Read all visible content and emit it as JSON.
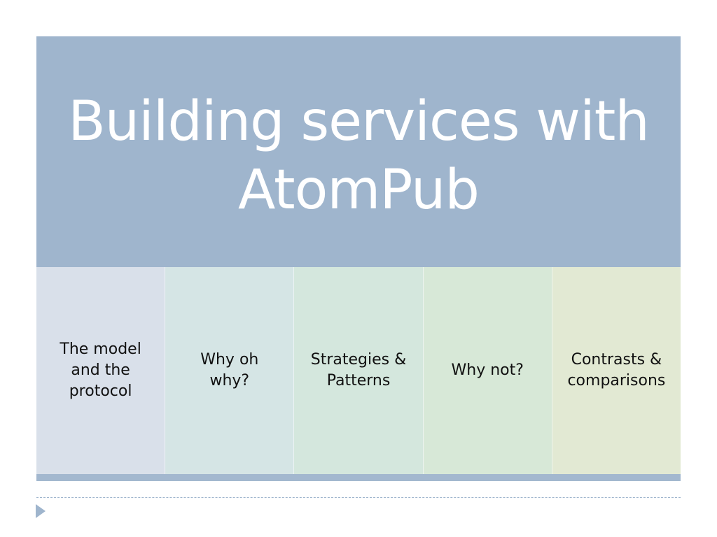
{
  "slide": {
    "title_line1": "Building services with",
    "title_line2": "AtomPub"
  },
  "sections": [
    {
      "label": "The model\nand the\nprotocol",
      "color": "#d9e0ea"
    },
    {
      "label": "Why oh\nwhy?",
      "color": "#d5e5e5"
    },
    {
      "label": "Strategies &\nPatterns",
      "color": "#d4e7dd"
    },
    {
      "label": "Why not?",
      "color": "#d7e8d7"
    },
    {
      "label": "Contrasts &\ncomparisons",
      "color": "#e2e9d3"
    }
  ],
  "colors": {
    "header_background": "#9fb5cd",
    "title_text": "#ffffff",
    "section_text": "#111111"
  },
  "icons": {
    "nav": "triangle-right-icon"
  }
}
